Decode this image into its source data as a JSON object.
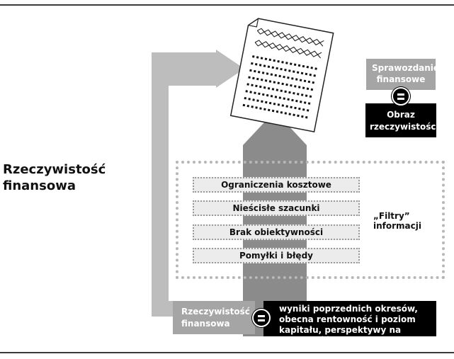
{
  "left_title": "Rzeczywistość finansowa",
  "top_right": {
    "grey_label": "Sprawozdanie finansowe",
    "equals_icon": "equals-circle-icon",
    "black_label": "Obraz rzeczywistości"
  },
  "filters": {
    "label": "„Filtry” informacji",
    "items": [
      "Ograniczenia kosztowe",
      "Nieścisłe szacunki",
      "Brak obiektywności",
      "Pomyłki i błędy"
    ]
  },
  "bottom": {
    "grey_label": "Rzeczywistość finansowa",
    "equals_icon": "equals-circle-icon",
    "black_text": "wyniki poprzednich okresów, obecna rentowność i poziom kapitału, perspektywy na przyszłość"
  },
  "document_icon": "financial-statement-document-icon",
  "colors": {
    "light_arrow": "#bdbdbd",
    "dark_arrow": "#8b8b8b",
    "grey_box": "#a5a5a5",
    "black_box": "#000000"
  }
}
